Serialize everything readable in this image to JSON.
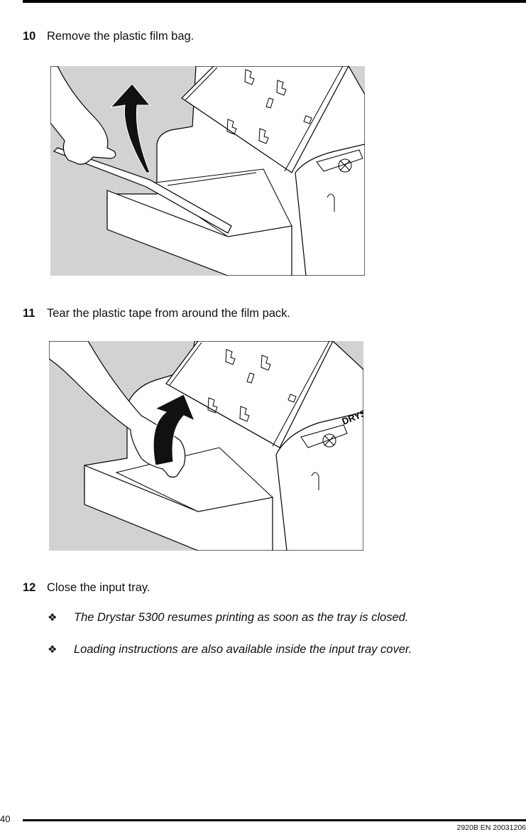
{
  "header": {
    "rule": true
  },
  "steps": [
    {
      "number": "10",
      "text": "Remove the plastic film bag."
    },
    {
      "number": "11",
      "text": "Tear the plastic tape from around the film pack."
    },
    {
      "number": "12",
      "text": "Close the input tray."
    }
  ],
  "figures": [
    {
      "caption_ref": "10",
      "description": "Hand lifting plastic film bag out of the open input tray of the printer; curved black arrow pointing upward",
      "icon": "up-curved-arrow-icon"
    },
    {
      "caption_ref": "11",
      "description": "Hand tearing plastic tape from the film pack in the input tray; curved black arrow pointing upward",
      "icon": "up-curved-arrow-icon",
      "device_label": "DRYST"
    }
  ],
  "notes": [
    {
      "bullet": "❖",
      "text": "The Drystar 5300 resumes printing as soon as the tray is closed."
    },
    {
      "bullet": "❖",
      "text": "Loading instructions are also available inside the input tray cover."
    }
  ],
  "footer": {
    "page_number": "40",
    "doc_code": "2920B EN 20031206"
  },
  "colors": {
    "illustration_bg": "#d2d2d2",
    "ink": "#000000"
  }
}
